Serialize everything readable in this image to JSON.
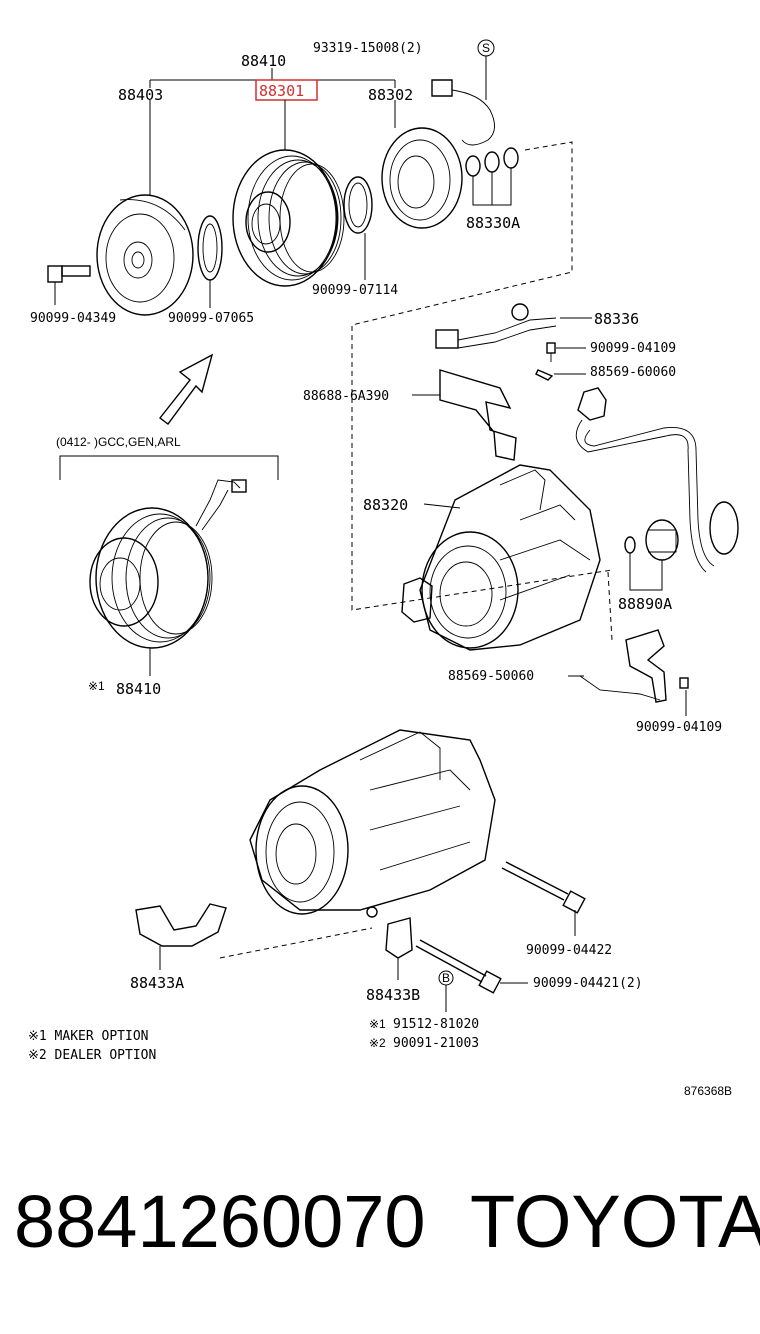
{
  "callouts": {
    "bolt_15008": "93319-15008(2)",
    "assy_88410_top": "88410",
    "hub_88403": "88403",
    "pulley_88301": "88301",
    "stator_88302": "88302",
    "shim_88330A": "88330A",
    "ring_07114": "90099-07114",
    "bolt_04349": "90099-04349",
    "ring_07065": "90099-07065",
    "sensor_88336": "88336",
    "bolt_04109_a": "90099-04109",
    "clip_60060": "88569-60060",
    "bracket_6A390": "88688-6A390",
    "comp_88320": "88320",
    "valve_88890A": "88890A",
    "clip_50060": "88569-50060",
    "bolt_04109_b": "90099-04109",
    "variant_note": "(0412-        )GCC,GEN,ARL",
    "assy_88410_bottom": "88410",
    "bolt_04422": "90099-04422",
    "bolt_04421": "90099-04421(2)",
    "bracket_88433A": "88433A",
    "bracket_88433B": "88433B",
    "washer_81020": "91512-81020",
    "washer_21003": "90091-21003",
    "mark_1": "※1",
    "mark_2": "※2",
    "mark_s": "S",
    "mark_b": "B"
  },
  "legend": {
    "maker_option": "※1 MAKER OPTION",
    "dealer_option": "※2 DEALER OPTION"
  },
  "diagram_id": "876368B",
  "footer": {
    "part_number": "8841260070",
    "brand": "TOYOTA"
  },
  "highlight_color": "#d32f2f"
}
